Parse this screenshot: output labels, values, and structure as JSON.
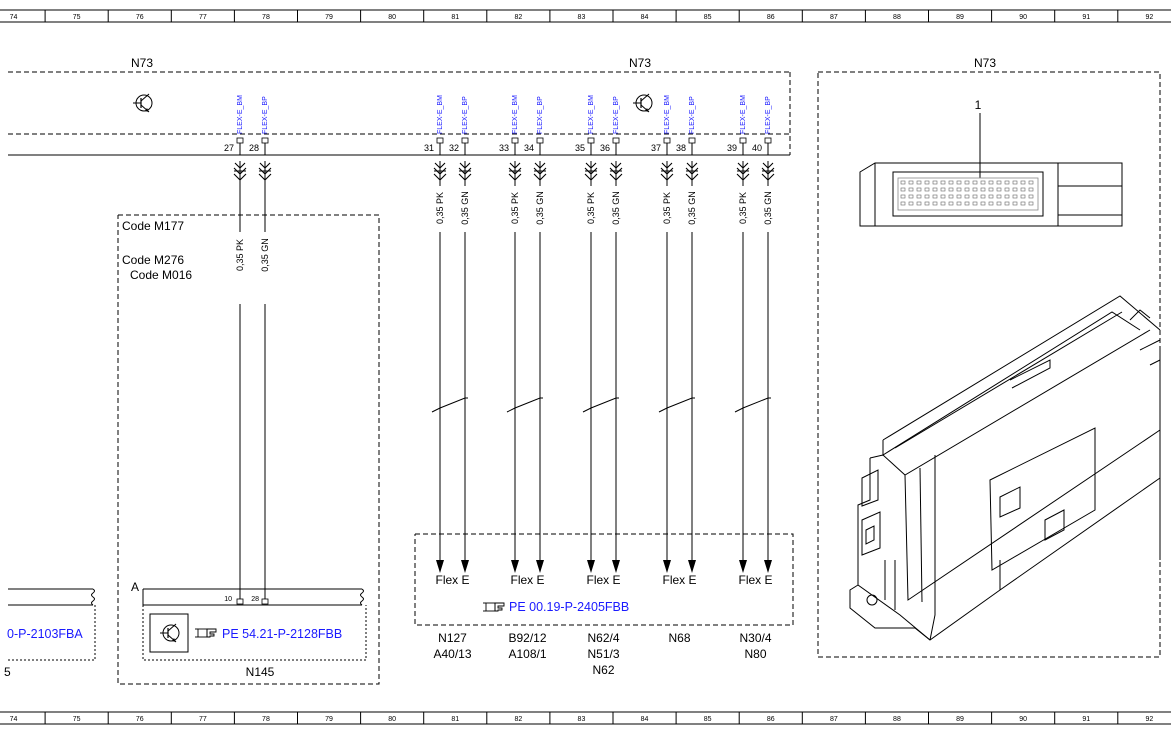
{
  "grid": {
    "top": [
      "74",
      "75",
      "76",
      "77",
      "78",
      "79",
      "80",
      "81",
      "82",
      "83",
      "84",
      "85",
      "86",
      "87",
      "88",
      "89",
      "90",
      "91",
      "92"
    ],
    "bottom": [
      "74",
      "75",
      "76",
      "77",
      "78",
      "79",
      "80",
      "81",
      "82",
      "83",
      "84",
      "85",
      "86",
      "87",
      "88",
      "89",
      "90",
      "91",
      "92"
    ]
  },
  "modules": {
    "n73_left": "N73",
    "n73_center": "N73",
    "n73_right": "N73"
  },
  "pins": [
    {
      "id": "27",
      "sig": "FLEX-E_BM",
      "wire": "0,35 PK"
    },
    {
      "id": "28",
      "sig": "FLEX-E_BP",
      "wire": "0,35 GN"
    },
    {
      "id": "31",
      "sig": "FLEX-E_BM",
      "wire": "0,35 PK"
    },
    {
      "id": "32",
      "sig": "FLEX-E_BP",
      "wire": "0,35 GN"
    },
    {
      "id": "33",
      "sig": "FLEX-E_BM",
      "wire": "0,35 PK"
    },
    {
      "id": "34",
      "sig": "FLEX-E_BP",
      "wire": "0,35 GN"
    },
    {
      "id": "35",
      "sig": "FLEX-E_BM",
      "wire": "0,35 PK"
    },
    {
      "id": "36",
      "sig": "FLEX-E_BP",
      "wire": "0,35 GN"
    },
    {
      "id": "37",
      "sig": "FLEX-E_BM",
      "wire": "0,35 PK"
    },
    {
      "id": "38",
      "sig": "FLEX-E_BP",
      "wire": "0,35 GN"
    },
    {
      "id": "39",
      "sig": "FLEX-E_BM",
      "wire": "0,35 PK"
    },
    {
      "id": "40",
      "sig": "FLEX-E_BP",
      "wire": "0,35 GN"
    }
  ],
  "codes": {
    "m177": "Code M177",
    "m276": "Code M276",
    "m016": "Code M016"
  },
  "n145": {
    "connector": "A",
    "pin_a": "10",
    "pin_b": "28",
    "ref_link": "PE 54.21-P-2128FBB",
    "label": "N145"
  },
  "left_partial": {
    "ref_link": "0-P-2103FBA"
  },
  "flex": {
    "labels": [
      "Flex E",
      "Flex E",
      "Flex E",
      "Flex E",
      "Flex E"
    ],
    "ref_link": "PE 00.19-P-2405FBB",
    "targets": [
      {
        "l1": "N127",
        "l2": "A40/13",
        "l3": ""
      },
      {
        "l1": "B92/12",
        "l2": "A108/1",
        "l3": ""
      },
      {
        "l1": "N62/4",
        "l2": "N51/3",
        "l3": "N62"
      },
      {
        "l1": "N68",
        "l2": "",
        "l3": ""
      },
      {
        "l1": "N30/4",
        "l2": "N80",
        "l3": ""
      }
    ]
  },
  "component_callout": "1",
  "icons": {
    "transistor": "transistor-symbol-icon",
    "hand": "pointing-hand-icon"
  }
}
